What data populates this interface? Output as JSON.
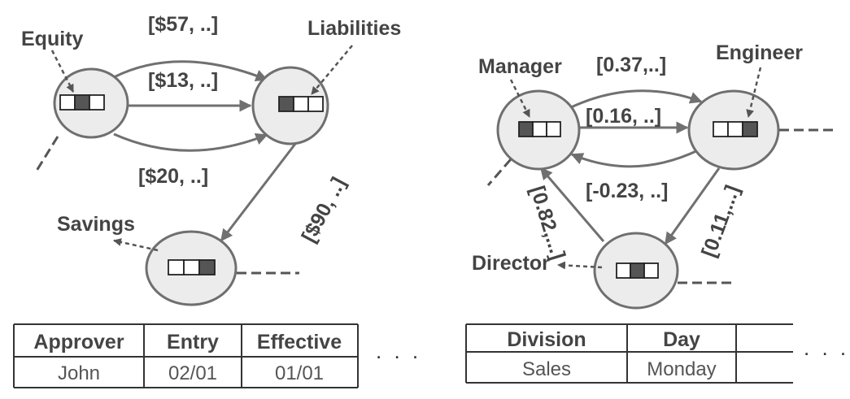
{
  "graphs": [
    {
      "nodes": {
        "equity": {
          "label": "Equity",
          "cells": [
            0,
            1,
            0
          ]
        },
        "liabilities": {
          "label": "Liabilities",
          "cells": [
            1,
            0,
            0
          ]
        },
        "savings": {
          "label": "Savings",
          "cells": [
            0,
            0,
            1
          ]
        }
      },
      "edges": [
        {
          "from": "Equity",
          "to": "Liabilities",
          "label": "[$57, ..]"
        },
        {
          "from": "Equity",
          "to": "Liabilities",
          "label": "[$13, ..]"
        },
        {
          "from": "Equity",
          "to": "Liabilities",
          "label": "[$20, ..]"
        },
        {
          "from": "Liabilities",
          "to": "Savings",
          "label": "[$90, ..]"
        }
      ],
      "table": {
        "headers": [
          "Approver",
          "Entry",
          "Effective"
        ],
        "rows": [
          [
            "John",
            "02/01",
            "01/01"
          ]
        ],
        "ellipsis": ". . ."
      }
    },
    {
      "nodes": {
        "manager": {
          "label": "Manager",
          "cells": [
            1,
            0,
            0
          ]
        },
        "engineer": {
          "label": "Engineer",
          "cells": [
            0,
            0,
            1
          ]
        },
        "director": {
          "label": "Director",
          "cells": [
            0,
            1,
            0
          ]
        }
      },
      "edges": [
        {
          "from": "Manager",
          "to": "Engineer",
          "label": "[0.37,..]"
        },
        {
          "from": "Manager",
          "to": "Engineer",
          "label": "[0.16, ..]"
        },
        {
          "from": "Engineer",
          "to": "Manager",
          "label": "[-0.23, ..]"
        },
        {
          "from": "Engineer",
          "to": "Director",
          "label": "[0.11,...]"
        },
        {
          "from": "Director",
          "to": "Manager",
          "label": "[0.82,...]"
        }
      ],
      "table": {
        "headers": [
          "Division",
          "Day"
        ],
        "rows": [
          [
            "Sales",
            "Monday"
          ]
        ],
        "ellipsis": ". . ."
      }
    }
  ]
}
